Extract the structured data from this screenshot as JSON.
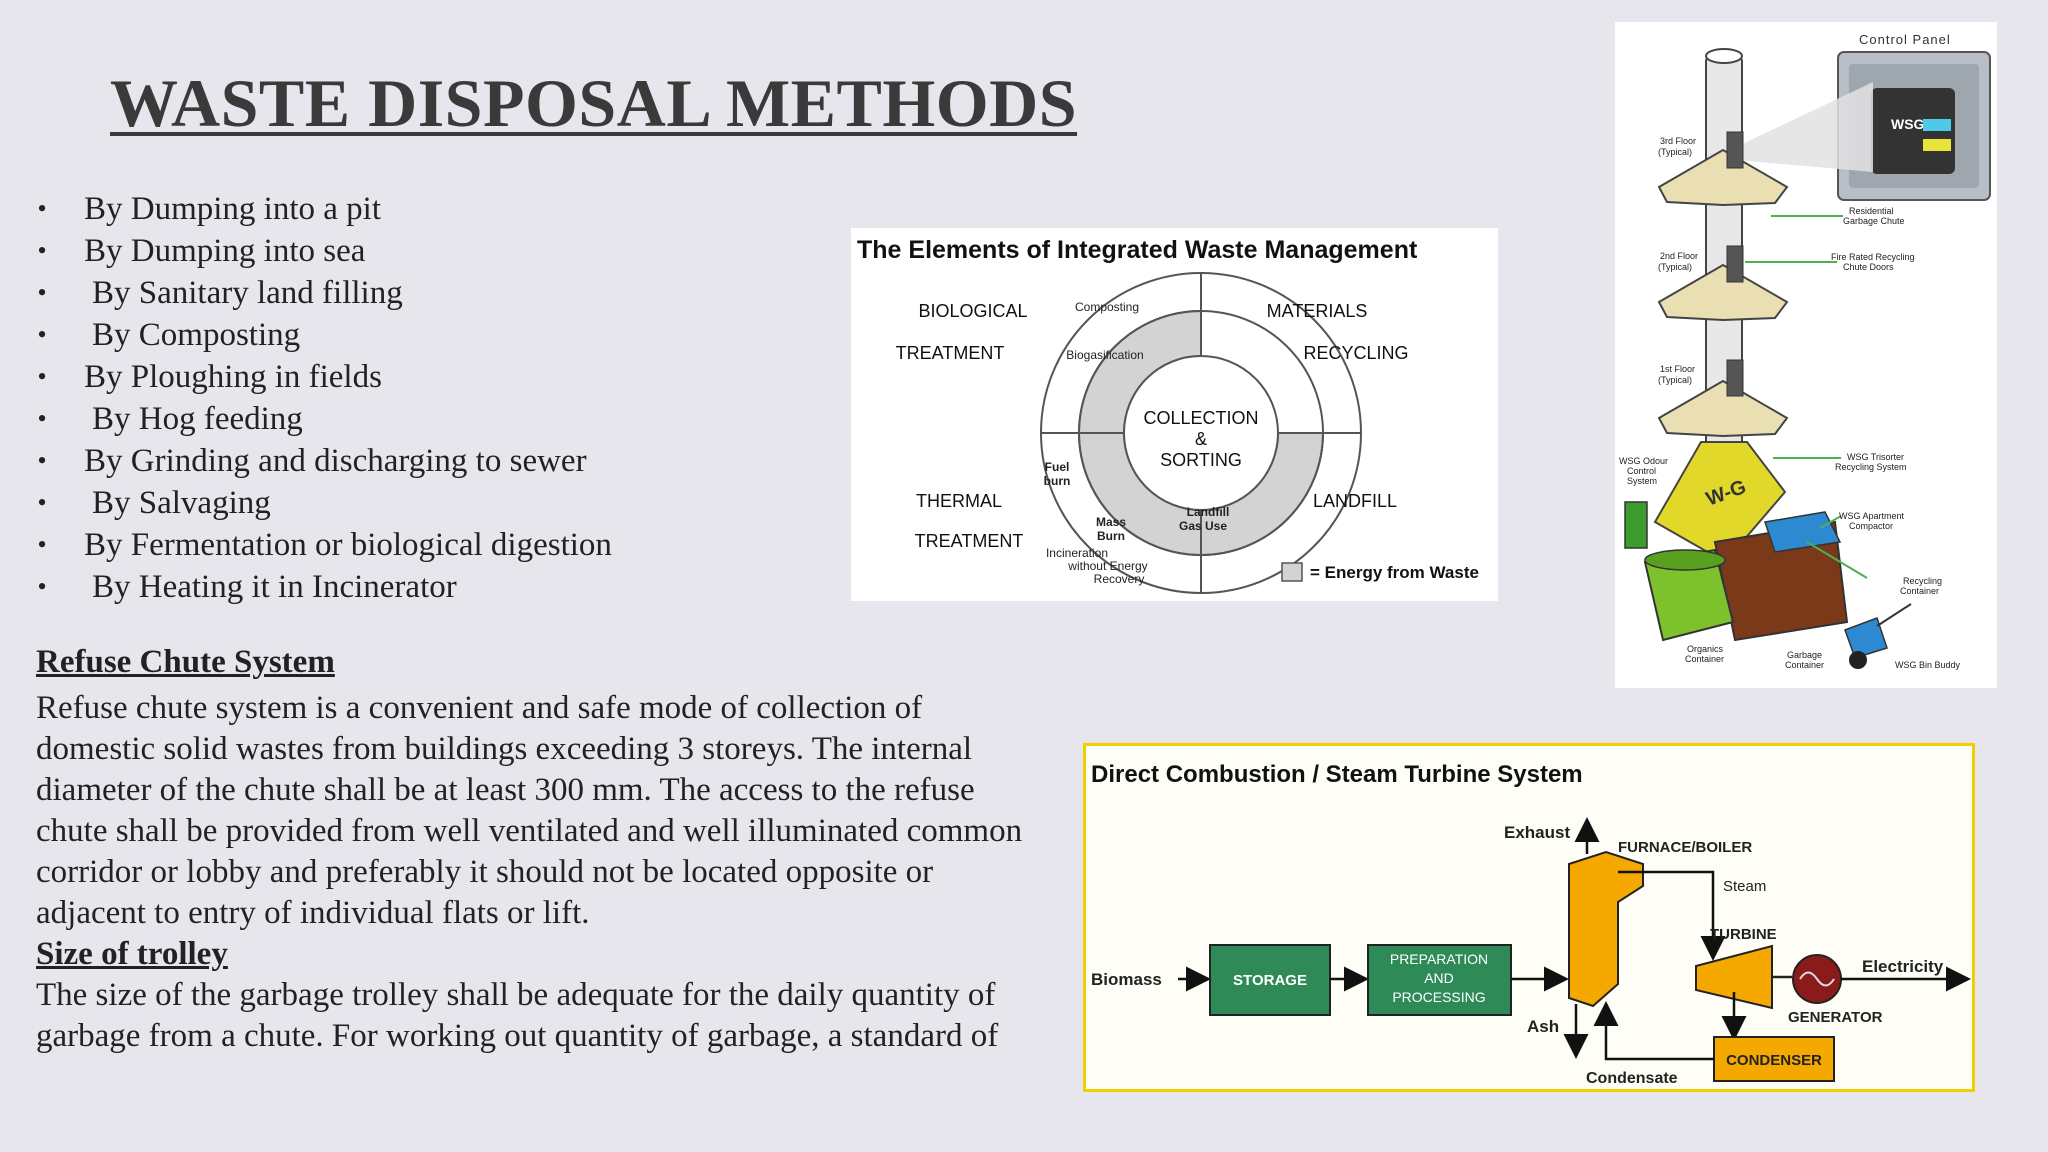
{
  "title": "WASTE  DISPOSAL METHODS",
  "methods": [
    {
      "text": "By Dumping into a pit",
      "indent": false
    },
    {
      "text": "By Dumping into sea",
      "indent": false
    },
    {
      "text": "By Sanitary land filling",
      "indent": true
    },
    {
      "text": "By Composting",
      "indent": true
    },
    {
      "text": "By Ploughing in fields",
      "indent": false
    },
    {
      "text": "By Hog feeding",
      "indent": true
    },
    {
      "text": "By Grinding and discharging to sewer",
      "indent": false
    },
    {
      "text": "By Salvaging",
      "indent": true
    },
    {
      "text": "By Fermentation or biological digestion",
      "indent": false
    },
    {
      "text": "By Heating it in Incinerator",
      "indent": true
    }
  ],
  "bullet_char": "•",
  "refuse_section": {
    "heading": "Refuse Chute System",
    "lines": [
      "Refuse chute system is a convenient and safe mode of collection of",
      "domestic  solid wastes from buildings exceeding 3 storeys. The internal",
      "diameter of the  chute shall be at least 300 mm. The access to the refuse",
      "chute shall be  provided from well ventilated and well illuminated common",
      "corridor or lobby and  preferably it should not be located opposite or",
      "adjacent to entry of individual flats  or lift."
    ]
  },
  "trolley_section": {
    "heading": "Size of trolley",
    "lines": [
      "The size of the garbage trolley shall be adequate for the daily quantity of",
      "garbage from a chute. For working out quantity of garbage, a standard  of"
    ]
  },
  "iwm_diagram": {
    "title": "The Elements of Integrated Waste Management",
    "center": [
      "COLLECTION",
      "&",
      "SORTING"
    ],
    "quadrants": {
      "biological": [
        "BIOLOGICAL",
        "TREATMENT"
      ],
      "materials": [
        "MATERIALS",
        "RECYCLING"
      ],
      "thermal": [
        "THERMAL",
        "TREATMENT"
      ],
      "landfill": [
        "LANDFILL"
      ]
    },
    "ring_labels": {
      "composting": "Composting",
      "biogasification": "Biogasification",
      "fuel_burn": [
        "Fuel",
        "burn"
      ],
      "mass_burn": [
        "Mass",
        "Burn"
      ],
      "landfill_gas": [
        "Landfill",
        "Gas Use"
      ],
      "incineration": [
        "Incineration",
        "without Energy",
        "Recovery"
      ]
    },
    "legend": "= Energy from Waste",
    "colors": {
      "energy": "#d3d3d3",
      "outline": "#555555"
    }
  },
  "chute_illustration": {
    "panel_title": "Control Panel",
    "panel_brand": "WSG",
    "brand": "W-G",
    "floors": [
      [
        "3rd Floor",
        "(Typical)"
      ],
      [
        "2nd Floor",
        "(Typical)"
      ],
      [
        "1st Floor",
        "(Typical)"
      ]
    ],
    "callouts": {
      "residential": [
        "Residential",
        "Garbage Chute"
      ],
      "fire_doors": [
        "Fire Rated Recycling",
        "Chute Doors"
      ],
      "odour": [
        "WSG Odour",
        "Control",
        "System"
      ],
      "trisorter": [
        "WSG Trisorter",
        "Recycling System"
      ],
      "compactor": [
        "WSG Apartment",
        "Compactor"
      ],
      "recycling": [
        "Recycling",
        "Container"
      ],
      "organics": [
        "Organics",
        "Container"
      ],
      "garbage": [
        "Garbage",
        "Container"
      ],
      "bin_buddy": "WSG Bin Buddy"
    },
    "colors": {
      "hopper": "#e2d82a",
      "green_bin": "#7dc22c",
      "brown_bin": "#7a3a1a",
      "blue": "#2d8ad0"
    }
  },
  "steam_diagram": {
    "title": "Direct Combustion / Steam Turbine System",
    "labels": {
      "biomass": "Biomass",
      "storage": "STORAGE",
      "prep": [
        "PREPARATION",
        "AND",
        "PROCESSING"
      ],
      "exhaust": "Exhaust",
      "furnace": "FURNACE/BOILER",
      "steam": "Steam",
      "turbine": "TURBINE",
      "electricity": "Electricity",
      "generator": "GENERATOR",
      "ash": "Ash",
      "condenser": "CONDENSER",
      "condensate": "Condensate"
    },
    "colors": {
      "green_box": "#2e8b57",
      "orange": "#f5a800",
      "border": "#f0d000",
      "generator": "#8b1a1a"
    }
  }
}
